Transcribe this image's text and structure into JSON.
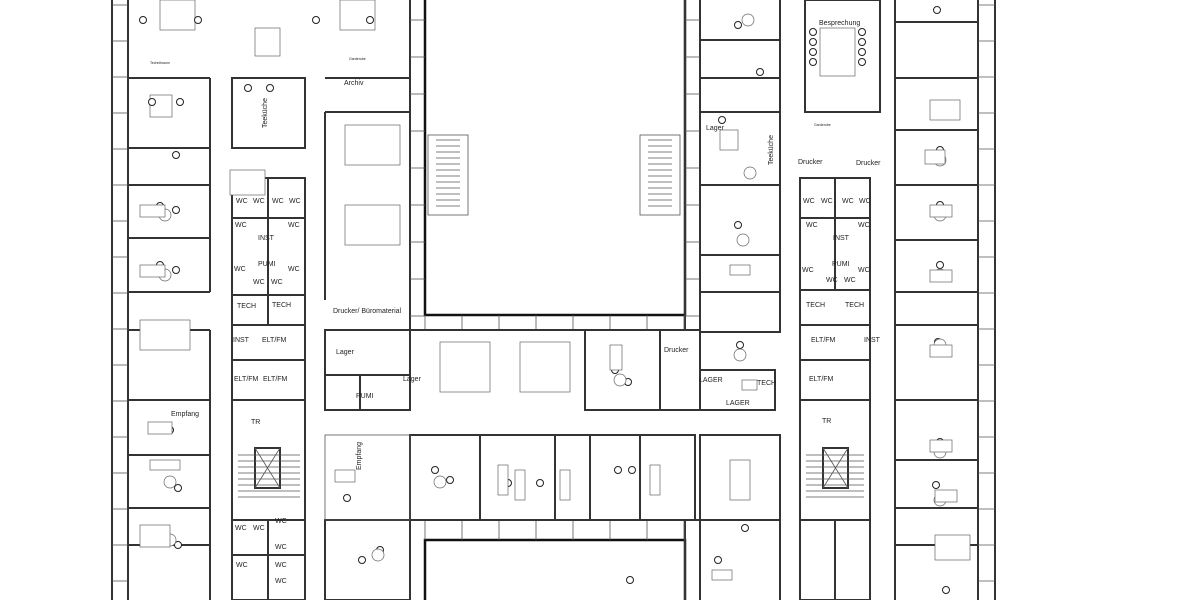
{
  "plan": {
    "labels": {
      "technikraum": "Technikraum",
      "garderobe_west": "Garderobe",
      "archiv": "Archiv",
      "teekueche_west": "Teeküche",
      "wc": "WC",
      "inst": "INST",
      "pumi": "PUMI",
      "tech": "TECH",
      "drucker_bueromaterial": "Drucker/ Büromaterial",
      "elt_fm": "ELT/FM",
      "lager": "Lager",
      "tr": "TR",
      "empfang": "Empfang",
      "besprechung": "Besprechung",
      "teekueche_east": "Teeküche",
      "garderobe_east": "Garderobe",
      "drucker": "Drucker",
      "lager_caps": "LAGER"
    }
  }
}
